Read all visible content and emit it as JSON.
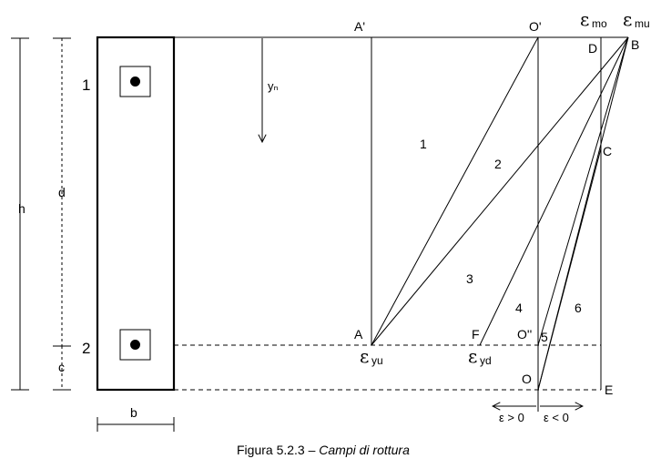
{
  "dimensions": {
    "h": "h",
    "d": "d",
    "c": "c",
    "b": "b",
    "yn": "yₙ"
  },
  "bars": {
    "top": "1",
    "bottom": "2"
  },
  "points": {
    "A_prime": "A'",
    "O_prime": "O'",
    "D": "D",
    "B": "B",
    "C": "C",
    "A": "A",
    "F": "F",
    "O_second": "O''",
    "O": "O",
    "E": "E"
  },
  "strains": {
    "eps_mo": {
      "symbol": "ε",
      "sub": "mo"
    },
    "eps_mu": {
      "symbol": "ε",
      "sub": "mu"
    },
    "eps_yu": {
      "symbol": "ε",
      "sub": "yu"
    },
    "eps_yd": {
      "symbol": "ε",
      "sub": "yd"
    }
  },
  "fields": [
    "1",
    "2",
    "3",
    "4",
    "5",
    "6"
  ],
  "sign_convention": {
    "positive": "ε > 0",
    "negative": "ε < 0"
  },
  "caption": {
    "prefix": "Figura 5.2.3 – ",
    "title": "Campi di rottura"
  }
}
